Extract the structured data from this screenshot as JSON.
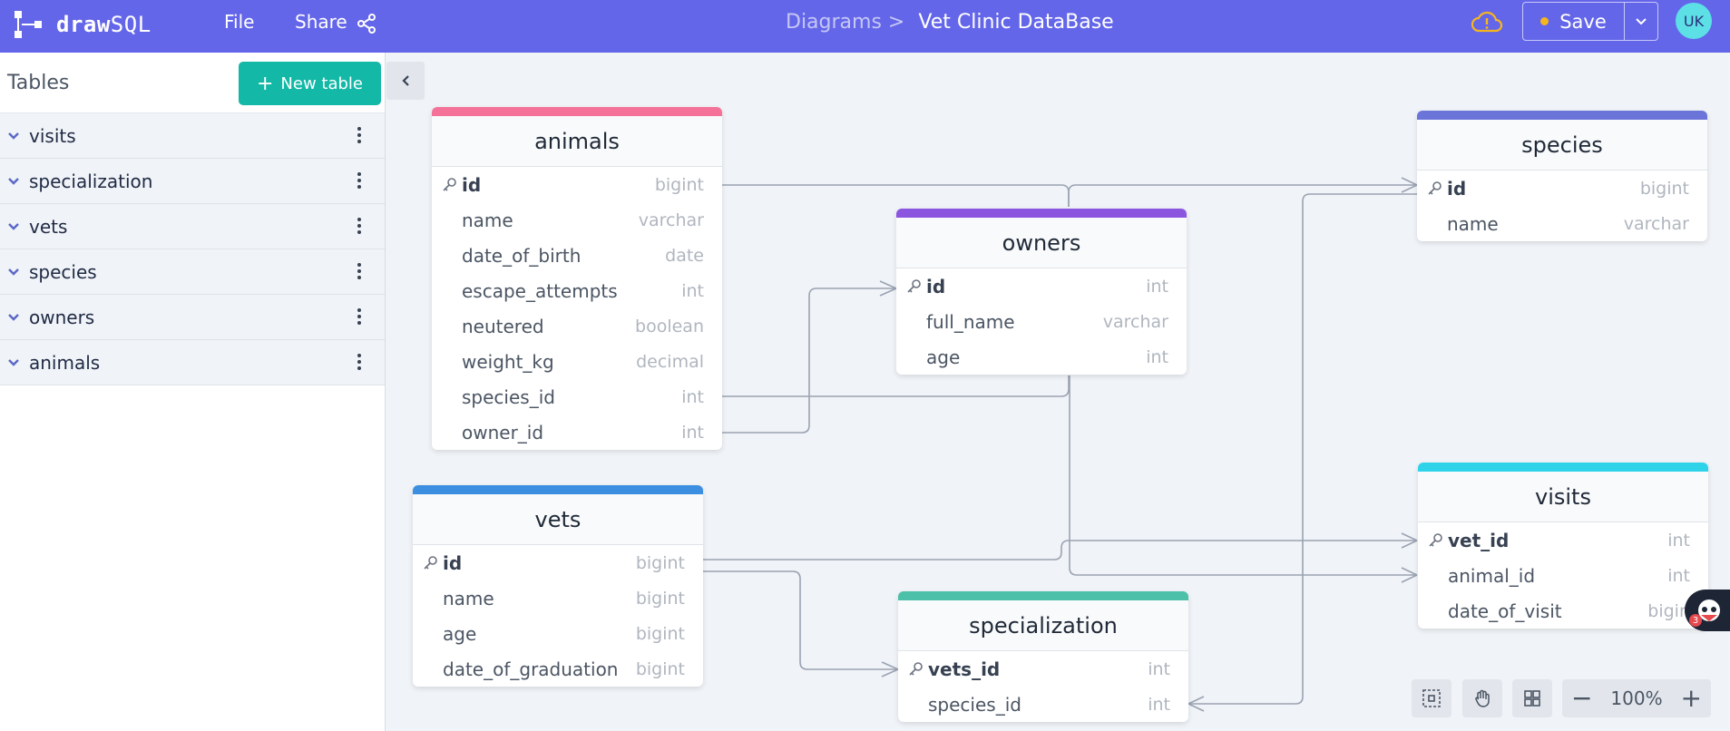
{
  "app": {
    "logo_text": "drawSQL",
    "logo_bold": "draw",
    "logo_plain": "SQL",
    "menu_file": "File",
    "menu_share": "Share",
    "breadcrumb_root": "Diagrams >",
    "breadcrumb_current": "Vet Clinic DataBase",
    "save_label": "Save",
    "avatar_initials": "UK",
    "accent_color": "#6466e9"
  },
  "sidebar": {
    "title": "Tables",
    "new_table_label": "New table",
    "items": [
      {
        "label": "visits"
      },
      {
        "label": "specialization"
      },
      {
        "label": "vets"
      },
      {
        "label": "species"
      },
      {
        "label": "owners"
      },
      {
        "label": "animals"
      }
    ]
  },
  "tables": {
    "animals": {
      "name": "animals",
      "color": "#f4729a",
      "columns": [
        {
          "name": "id",
          "type": "bigint",
          "pk": true
        },
        {
          "name": "name",
          "type": "varchar"
        },
        {
          "name": "date_of_birth",
          "type": "date"
        },
        {
          "name": "escape_attempts",
          "type": "int"
        },
        {
          "name": "neutered",
          "type": "boolean"
        },
        {
          "name": "weight_kg",
          "type": "decimal"
        },
        {
          "name": "species_id",
          "type": "int"
        },
        {
          "name": "owner_id",
          "type": "int"
        }
      ]
    },
    "owners": {
      "name": "owners",
      "color": "#8b55e0",
      "columns": [
        {
          "name": "id",
          "type": "int",
          "pk": true
        },
        {
          "name": "full_name",
          "type": "varchar"
        },
        {
          "name": "age",
          "type": "int"
        }
      ]
    },
    "species": {
      "name": "species",
      "color": "#6b74d8",
      "columns": [
        {
          "name": "id",
          "type": "bigint",
          "pk": true
        },
        {
          "name": "name",
          "type": "varchar"
        }
      ]
    },
    "vets": {
      "name": "vets",
      "color": "#3b8ee0",
      "columns": [
        {
          "name": "id",
          "type": "bigint",
          "pk": true
        },
        {
          "name": "name",
          "type": "bigint"
        },
        {
          "name": "age",
          "type": "bigint"
        },
        {
          "name": "date_of_graduation",
          "type": "bigint"
        }
      ]
    },
    "specialization": {
      "name": "specialization",
      "color": "#4cc0a8",
      "columns": [
        {
          "name": "vets_id",
          "type": "int",
          "pk": true
        },
        {
          "name": "species_id",
          "type": "int"
        }
      ]
    },
    "visits": {
      "name": "visits",
      "color": "#2ed3ea",
      "columns": [
        {
          "name": "vet_id",
          "type": "int",
          "pk": true
        },
        {
          "name": "animal_id",
          "type": "int"
        },
        {
          "name": "date_of_visit",
          "type": "bigin"
        }
      ]
    }
  },
  "toolbar": {
    "zoom": "100%"
  },
  "chat_badge": "3"
}
